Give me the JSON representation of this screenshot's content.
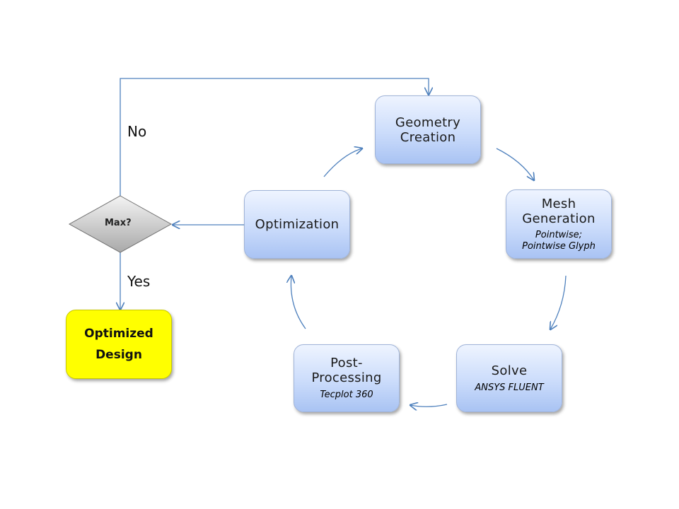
{
  "nodes": {
    "geometry": {
      "line1": "Geometry",
      "line2": "Creation"
    },
    "mesh": {
      "line1": "Mesh",
      "line2": "Generation",
      "sub1": "Pointwise;",
      "sub2": "Pointwise Glyph"
    },
    "solve": {
      "title": "Solve",
      "sub": "ANSYS FLUENT"
    },
    "post": {
      "line1": "Post-",
      "line2": "Processing",
      "sub": "Tecplot 360"
    },
    "optimization": {
      "title": "Optimization"
    }
  },
  "decision": {
    "label": "Max?"
  },
  "branches": {
    "no": "No",
    "yes": "Yes"
  },
  "result": {
    "line1": "Optimized",
    "line2": "Design"
  },
  "colors": {
    "node_top": "#eef4ff",
    "node_bottom": "#a9c3f3",
    "arrow": "#4f81bd",
    "result_fill": "#ffff00",
    "decision_fill": "#c8c8c8"
  }
}
